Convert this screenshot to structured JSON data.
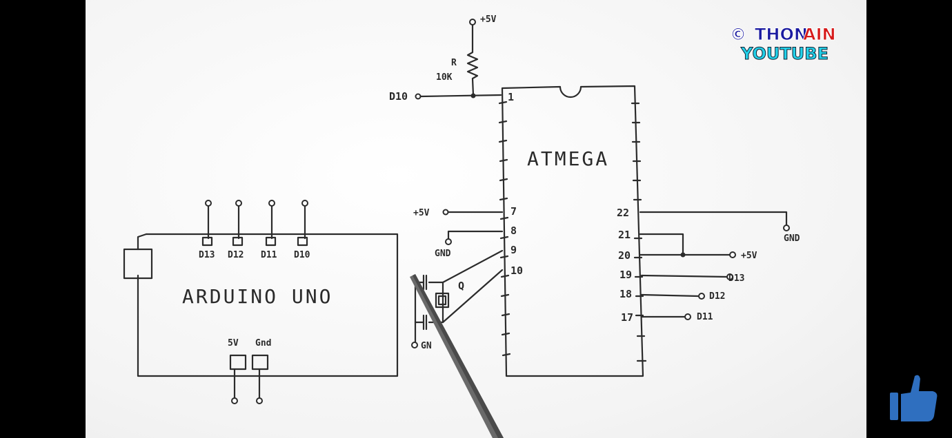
{
  "watermark": {
    "copyright": "©",
    "line1a": "THON",
    "line1b": "AIN",
    "line2": "YOUTUBE"
  },
  "arduino": {
    "title": "ARDUINO UNO",
    "pins_top": [
      "D13",
      "D12",
      "D11",
      "D10"
    ],
    "pins_bottom": [
      "5V",
      "Gnd"
    ]
  },
  "atmega": {
    "title": "ATMEGA",
    "left_pins": [
      "1",
      "7",
      "8",
      "9",
      "10"
    ],
    "right_pins": [
      "22",
      "21",
      "20",
      "19",
      "18",
      "17"
    ]
  },
  "labels": {
    "top_supply": "+5V",
    "resistor": "R",
    "resistor_value": "10K",
    "reset_in": "D10",
    "left_supply": "+5V",
    "left_gnd": "GND",
    "crystal": "Q",
    "cap_gnd": "GN",
    "right_gnd": "GND",
    "right_supply": "+5V",
    "out19": "D13",
    "out18": "D12",
    "out17": "D11"
  }
}
